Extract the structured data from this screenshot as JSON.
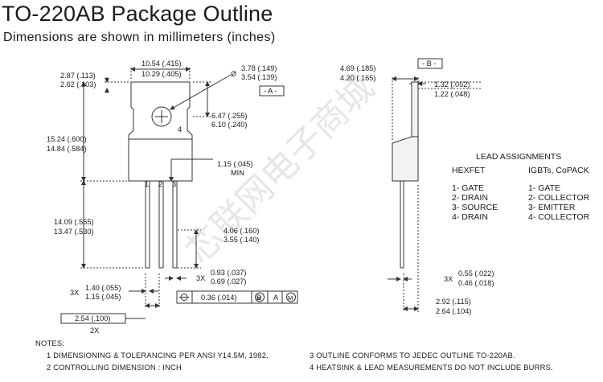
{
  "header": {
    "title": "TO-220AB Package Outline",
    "subtitle": "Dimensions are shown in millimeters (inches)"
  },
  "front_view": {
    "tab_width_max": "10.54 (.415)",
    "tab_width_min": "10.29 (.405)",
    "tab_thick_max": "2.87 (.113)",
    "tab_thick_min": "2.62 (.103)",
    "hole_dia_max": "3.78 (.149)",
    "hole_dia_min": "3.54 (.139)",
    "hole_symbol": "Ø",
    "datum_a": "- A -",
    "hole_to_top_max": "6.47 (.255)",
    "hole_to_top_min": "6.10 (.240)",
    "tab_label": "4",
    "body_height_max": "15.24 (.600)",
    "body_height_min": "14.84 (.584)",
    "lead_shoulder": "1.15 (.045)",
    "lead_shoulder_min": "MIN",
    "lead_numbers": [
      "1",
      "2",
      "3"
    ],
    "lead_length_max": "14.09 (.555)",
    "lead_length_min": "13.47 (.530)",
    "lead_bend_max": "4.06 (.160)",
    "lead_bend_min": "3.55 (.140)",
    "lead_width_prefix": "3X",
    "lead_width_max": "1.40 (.055)",
    "lead_width_min": "1.15 (.045)",
    "lead_thick_prefix": "3X",
    "lead_thick_max": "0.93 (.037)",
    "lead_thick_min": "0.69 (.027)",
    "tolerance_frame": [
      "0.36 (.014)",
      "M",
      "B",
      "A",
      "M"
    ],
    "pitch": "2.54 (.100)",
    "pitch_count": "2X"
  },
  "side_view": {
    "width_max": "4.69 (.185)",
    "width_min": "4.20 (.165)",
    "datum_b": "- B -",
    "tab_thick_max": "1.32 (.052)",
    "tab_thick_min": "1.22 (.048)",
    "lead_thick_prefix": "3X",
    "lead_thick_max": "0.55 (.022)",
    "lead_thick_min": "0.46 (.018)",
    "offset_max": "2.92 (.115)",
    "offset_min": "2.64 (.104)"
  },
  "lead_assignments": {
    "title": "LEAD ASSIGNMENTS",
    "hexfet_header": "HEXFET",
    "hexfet": [
      "1- GATE",
      "2- DRAIN",
      "3- SOURCE",
      "4- DRAIN"
    ],
    "igbt_header": "IGBTs, CoPACK",
    "igbt": [
      "1- GATE",
      "2- COLLECTOR",
      "3- EMITTER",
      "4- COLLECTOR"
    ]
  },
  "notes": {
    "title": "NOTES:",
    "items": [
      "1 DIMENSIONING & TOLERANCING PER ANSI Y14.5M, 1982.",
      "2 CONTROLLING DIMENSION : INCH",
      "3 OUTLINE CONFORMS TO JEDEC OUTLINE TO-220AB.",
      "4 HEATSINK & LEAD MEASUREMENTS DO NOT INCLUDE BURRS."
    ]
  },
  "watermark": "芯联网电子商城"
}
